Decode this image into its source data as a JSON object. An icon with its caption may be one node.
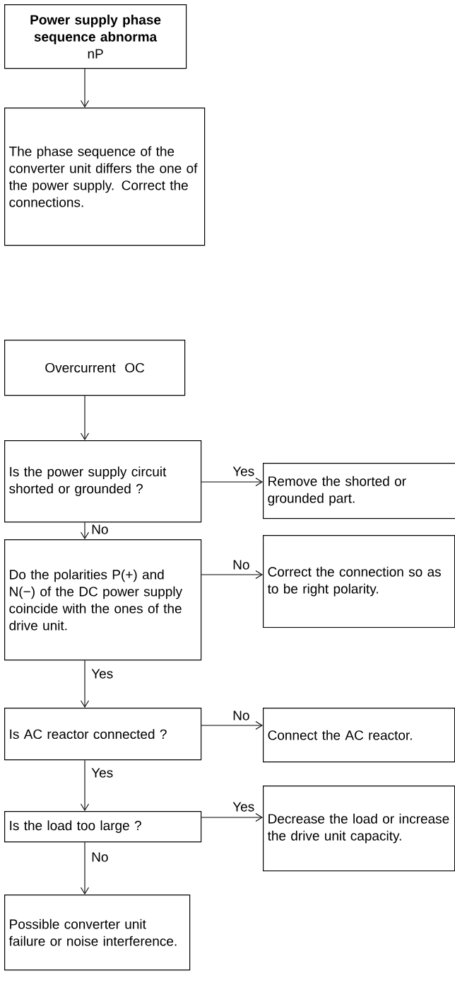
{
  "diagram": {
    "nodes": [
      {
        "text": [
          "**Power supply phase sequence abnorma**",
          "nP"
        ]
      },
      {
        "text": [
          "The phase sequence of the converter unit differs the one of the power supply. Correct the connections."
        ]
      },
      {
        "text": [
          "Overcurrent",
          "OC"
        ]
      },
      {
        "text": [
          "Is the power supply circuit shorted or grounded ?"
        ]
      },
      {
        "text": [
          "Remove the shorted or grounded part."
        ]
      },
      {
        "text": [
          "Do the polarities P(+) and N(−) of the DC power supply coincide with the ones of the drive unit."
        ]
      },
      {
        "text": [
          "Correct the connection so as to be right polarity."
        ]
      },
      {
        "text": [
          "Is AC reactor connected ?"
        ]
      },
      {
        "text": [
          "Connect the AC reactor."
        ]
      },
      {
        "text": [
          "Is the load too large ?"
        ]
      },
      {
        "text": [
          "Decrease the load or increase the drive unit capacity."
        ]
      },
      {
        "text": [
          "Possible converter unit failure or noise interference."
        ]
      }
    ],
    "edges": [
      {
        "from": 0,
        "to": 1,
        "arrow": "to"
      },
      {
        "from": 2,
        "to": 3,
        "arrow": "to"
      },
      {
        "from": 3,
        "to": 4,
        "arrow": "to",
        "label": "Yes"
      },
      {
        "from": 3,
        "to": 5,
        "arrow": "to",
        "label": "No"
      },
      {
        "from": 5,
        "to": 6,
        "arrow": "to",
        "label": "No"
      },
      {
        "from": 5,
        "to": 7,
        "arrow": "to",
        "label": "Yes"
      },
      {
        "from": 7,
        "to": 8,
        "arrow": "to",
        "label": "No"
      },
      {
        "from": 7,
        "to": 9,
        "arrow": "to",
        "label": "Yes"
      },
      {
        "from": 9,
        "to": 10,
        "arrow": "to",
        "label": "Yes"
      },
      {
        "from": 9,
        "to": 11,
        "arrow": "to",
        "label": "No"
      }
    ]
  }
}
